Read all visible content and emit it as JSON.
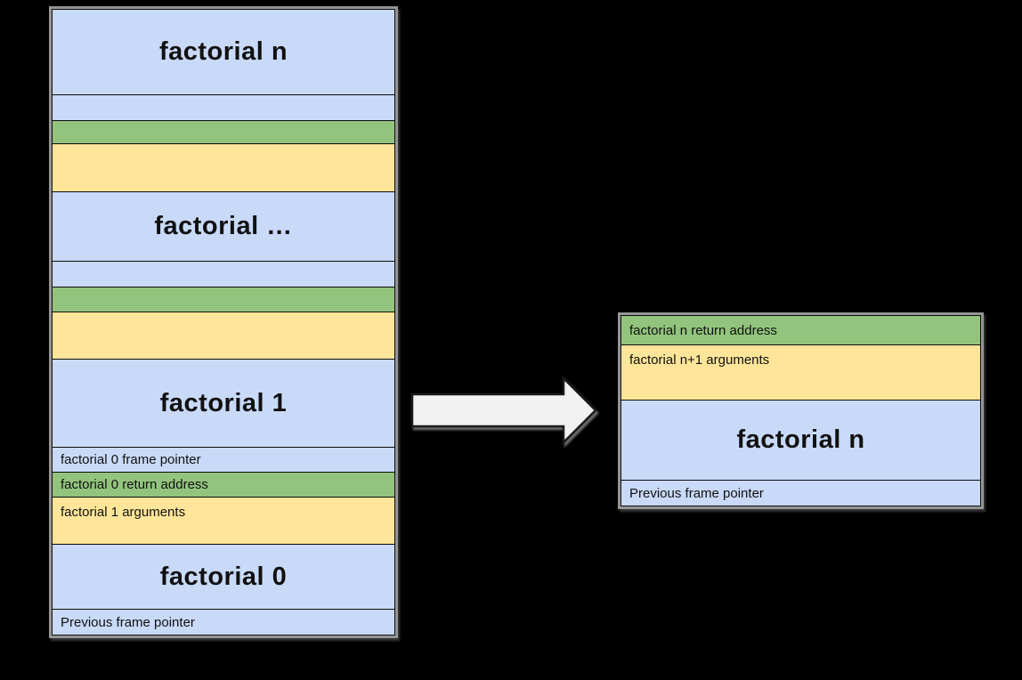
{
  "colors": {
    "blue": "#c9daf8",
    "green": "#93c47d",
    "yellow": "#ffe599",
    "row_border": "#0d0d0d",
    "outer_border": "#959595",
    "arrow_fill": "#f2f2f2",
    "arrow_stroke": "#1a1a1a",
    "background": "#000000",
    "text": "#111111"
  },
  "left_stack": {
    "rows": [
      {
        "name": "frame-label-factorial-n",
        "kind": "frame-title",
        "color": "blue",
        "h": 96,
        "label": "factorial n"
      },
      {
        "name": "frame-pointer-slot",
        "kind": "slot",
        "color": "blue",
        "h": 29,
        "label": ""
      },
      {
        "name": "return-address-slot",
        "kind": "slot",
        "color": "green",
        "h": 26,
        "label": ""
      },
      {
        "name": "arguments-slot",
        "kind": "slot",
        "color": "yellow",
        "h": 54,
        "label": ""
      },
      {
        "name": "frame-label-factorial-dots",
        "kind": "frame-title",
        "color": "blue",
        "h": 78,
        "label": "factorial …"
      },
      {
        "name": "frame-pointer-slot",
        "kind": "slot",
        "color": "blue",
        "h": 29,
        "label": ""
      },
      {
        "name": "return-address-slot",
        "kind": "slot",
        "color": "green",
        "h": 28,
        "label": ""
      },
      {
        "name": "arguments-slot",
        "kind": "slot",
        "color": "yellow",
        "h": 53,
        "label": ""
      },
      {
        "name": "frame-label-factorial-1",
        "kind": "frame-title",
        "color": "blue",
        "h": 99,
        "label": "factorial 1"
      },
      {
        "name": "factorial-0-frame-pointer-slot",
        "kind": "slot-label",
        "color": "blue",
        "h": 28,
        "label": "factorial 0 frame pointer"
      },
      {
        "name": "factorial-0-return-address-slot",
        "kind": "slot-label",
        "color": "green",
        "h": 28,
        "label": "factorial 0 return address"
      },
      {
        "name": "factorial-1-arguments-slot",
        "kind": "slot-label-top",
        "color": "yellow",
        "h": 53,
        "label": "factorial 1 arguments"
      },
      {
        "name": "frame-label-factorial-0",
        "kind": "frame-title",
        "color": "blue",
        "h": 73,
        "label": "factorial 0"
      },
      {
        "name": "previous-frame-pointer-slot",
        "kind": "slot-label",
        "color": "blue",
        "h": 28,
        "label": "Previous frame pointer"
      }
    ]
  },
  "right_stack": {
    "rows": [
      {
        "name": "factorial-n-return-address-slot",
        "kind": "slot-label",
        "color": "green",
        "h": 33,
        "label": "factorial n return address"
      },
      {
        "name": "factorial-n-plus-1-arguments-slot",
        "kind": "slot-label-top",
        "color": "yellow",
        "h": 62,
        "label": "factorial n+1 arguments"
      },
      {
        "name": "frame-label-factorial-n",
        "kind": "frame-title",
        "color": "blue",
        "h": 90,
        "label": "factorial n"
      },
      {
        "name": "previous-frame-pointer-slot",
        "kind": "slot-label",
        "color": "blue",
        "h": 28,
        "label": "Previous frame pointer"
      }
    ]
  },
  "arrow": {
    "name": "flow-arrow",
    "direction": "right"
  }
}
